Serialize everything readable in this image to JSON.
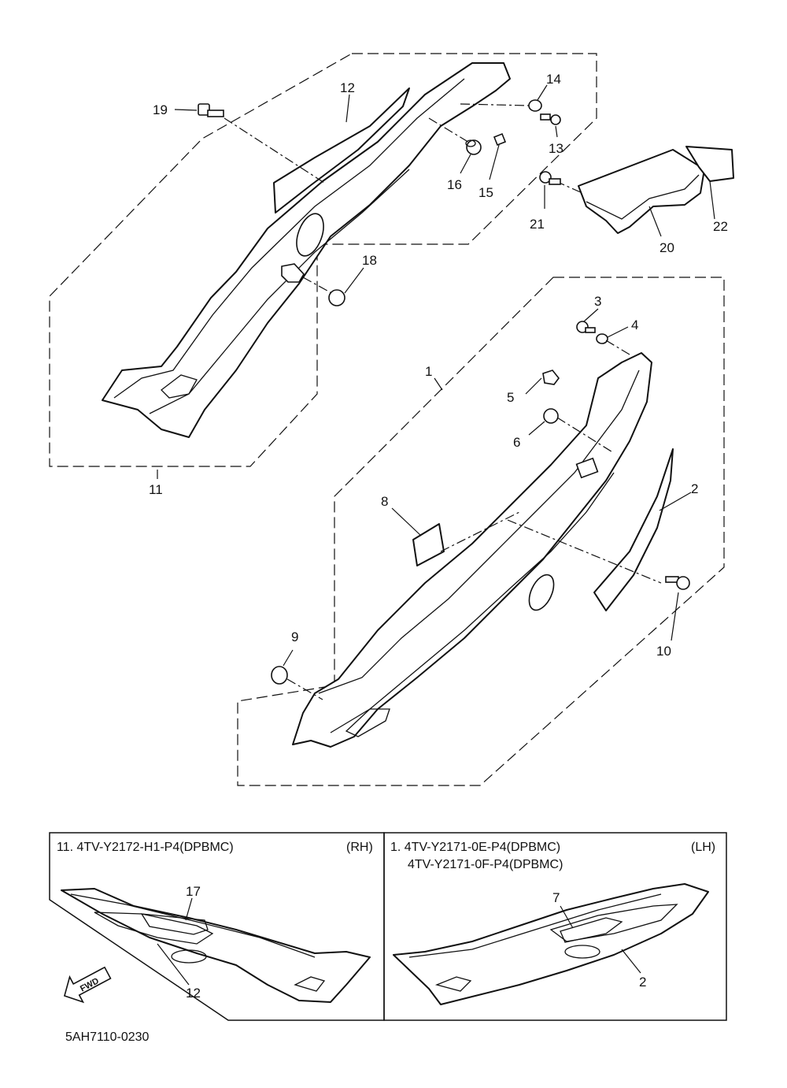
{
  "callouts": {
    "c1": "1",
    "c2": "2",
    "c3": "3",
    "c4": "4",
    "c5": "5",
    "c6": "6",
    "c8": "8",
    "c9": "9",
    "c10": "10",
    "c11": "11",
    "c12": "12",
    "c13": "13",
    "c14": "14",
    "c15": "15",
    "c16": "16",
    "c18": "18",
    "c19": "19",
    "c20": "20",
    "c21": "21",
    "c22": "22"
  },
  "variants": {
    "rh": {
      "title": "11. 4TV-Y2172-H1-P4(DPBMC)",
      "side": "(RH)",
      "callout_top": "17",
      "callout_bottom": "12"
    },
    "lh": {
      "title_line1": "1. 4TV-Y2171-0E-P4(DPBMC)",
      "title_line2": "4TV-Y2171-0F-P4(DPBMC)",
      "side": "(LH)",
      "callout_top": "7",
      "callout_bottom": "2"
    }
  },
  "fwd_label": "FWD",
  "diagram_code": "5AH7110-0230"
}
